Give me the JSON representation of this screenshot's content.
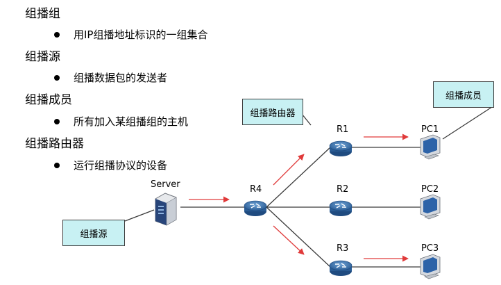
{
  "sections": [
    {
      "heading": "组播组",
      "bullet": "用IP组播地址标识的一组集合"
    },
    {
      "heading": "组播源",
      "bullet": "组播数据包的发送者"
    },
    {
      "heading": "组播成员",
      "bullet": "所有加入某组播组的主机"
    },
    {
      "heading": "组播路由器",
      "bullet": "运行组播协议的设备"
    }
  ],
  "diagram": {
    "nodes": {
      "server": "Server",
      "r4": "R4",
      "r1": "R1",
      "r2": "R2",
      "r3": "R3",
      "pc1": "PC1",
      "pc2": "PC2",
      "pc3": "PC3"
    },
    "callouts": {
      "router": "组播路由器",
      "member": "组播成员",
      "source": "组播源"
    }
  },
  "colors": {
    "callout_fill": "#c8f1f3",
    "arrow": "#e03a3a",
    "router_blue": "#2f6aa8"
  }
}
